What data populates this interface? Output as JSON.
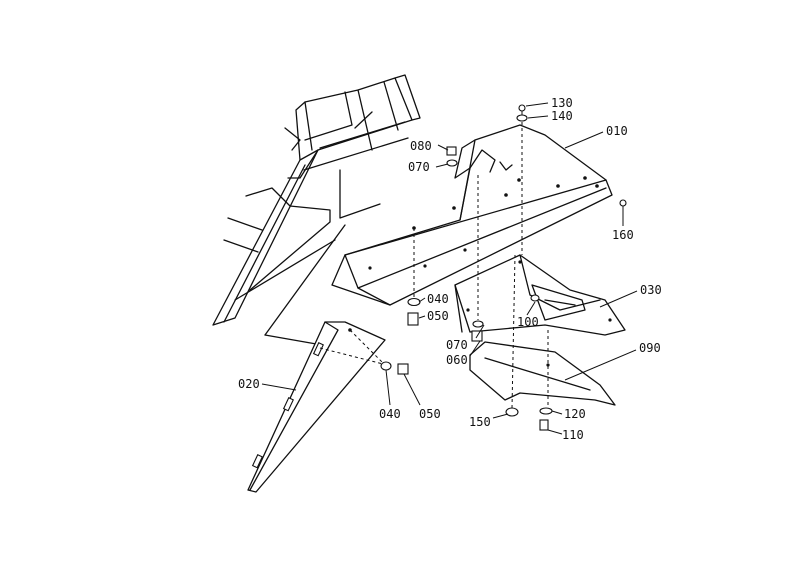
{
  "callouts": [
    {
      "id": "010",
      "text": "010"
    },
    {
      "id": "020",
      "text": "020"
    },
    {
      "id": "030",
      "text": "030"
    },
    {
      "id": "040a",
      "text": "040"
    },
    {
      "id": "040b",
      "text": "040"
    },
    {
      "id": "050a",
      "text": "050"
    },
    {
      "id": "050b",
      "text": "050"
    },
    {
      "id": "060",
      "text": "060"
    },
    {
      "id": "070a",
      "text": "070"
    },
    {
      "id": "070b",
      "text": "070"
    },
    {
      "id": "080",
      "text": "080"
    },
    {
      "id": "090",
      "text": "090"
    },
    {
      "id": "100",
      "text": "100"
    },
    {
      "id": "110",
      "text": "110"
    },
    {
      "id": "120",
      "text": "120"
    },
    {
      "id": "130",
      "text": "130"
    },
    {
      "id": "140",
      "text": "140"
    },
    {
      "id": "150",
      "text": "150"
    },
    {
      "id": "160",
      "text": "160"
    }
  ]
}
